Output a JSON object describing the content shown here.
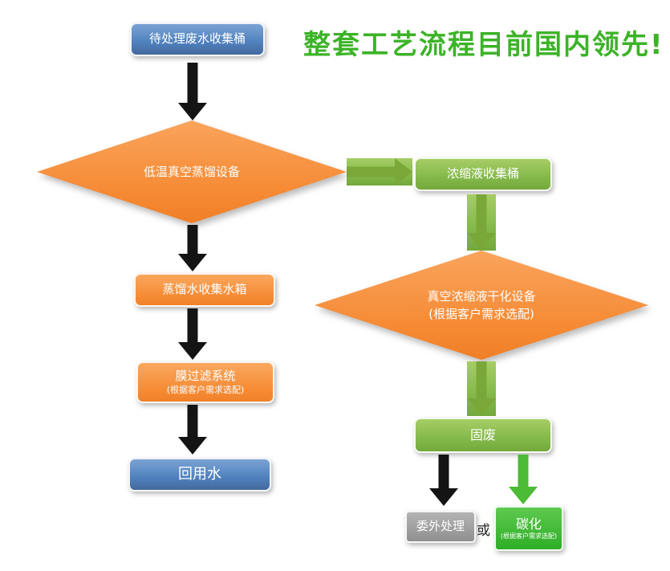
{
  "title": "整套工艺流程目前国内领先!",
  "colors": {
    "title_green": "#3cb327",
    "blue_box": "#4f81bd",
    "orange_box": "#f79646",
    "green_box": "#84b94a",
    "bright_green_box": "#3fbb33",
    "gray_box": "#9d9d9d",
    "black_arrow": "#141414",
    "green_arrow": "#7aa838",
    "bright_green_arrow": "#4cbb35"
  },
  "nodes": {
    "collect_barrel": {
      "label": "待处理废水收集桶"
    },
    "distill_diamond": {
      "label": "低温真空蒸馏设备"
    },
    "concentrate_barrel": {
      "label": "浓缩液收集桶"
    },
    "drying_diamond": {
      "label": "真空浓缩液干化设备",
      "sublabel": "(根据客户需求选配)"
    },
    "distilled_tank": {
      "label": "蒸馏水收集水箱"
    },
    "membrane_filter": {
      "label": "膜过滤系统",
      "sublabel": "(根据客户需求选配)"
    },
    "reuse_water": {
      "label": "回用水"
    },
    "solid_waste": {
      "label": "固废"
    },
    "outsource": {
      "label": "委外处理"
    },
    "or_label": "或",
    "carbonization": {
      "label": "碳化",
      "sublabel": "(根据客户需求选配)"
    }
  }
}
